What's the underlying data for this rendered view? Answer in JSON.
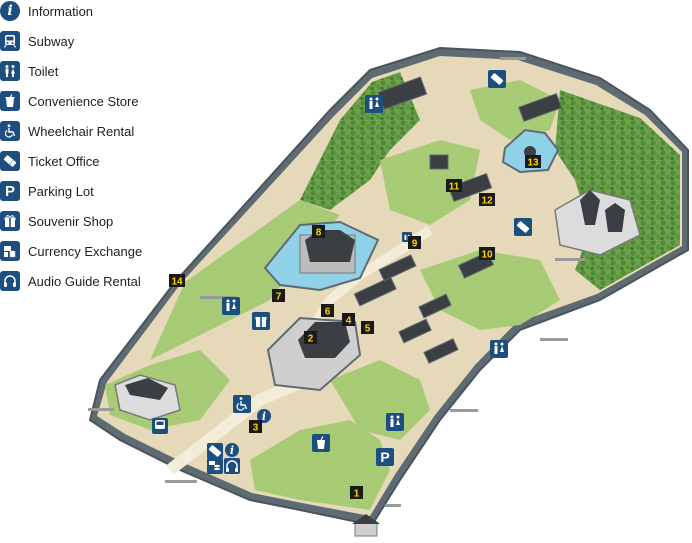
{
  "legend": {
    "items": [
      {
        "key": "information",
        "label": "Information",
        "icon": "info-icon"
      },
      {
        "key": "subway",
        "label": "Subway",
        "icon": "subway-icon"
      },
      {
        "key": "toilet",
        "label": "Toilet",
        "icon": "toilet-icon"
      },
      {
        "key": "convenience_store",
        "label": "Convenience Store",
        "icon": "cup-icon"
      },
      {
        "key": "wheelchair_rental",
        "label": "Wheelchair Rental",
        "icon": "wheelchair-icon"
      },
      {
        "key": "ticket_office",
        "label": "Ticket Office",
        "icon": "ticket-icon"
      },
      {
        "key": "parking_lot",
        "label": "Parking Lot",
        "icon": "parking-icon"
      },
      {
        "key": "souvenir_shop",
        "label": "Souvenir Shop",
        "icon": "gift-icon"
      },
      {
        "key": "currency_exchange",
        "label": "Currency Exchange",
        "icon": "coins-icon"
      },
      {
        "key": "audio_guide_rental",
        "label": "Audio Guide Rental",
        "icon": "headphones-icon"
      }
    ]
  },
  "map": {
    "markers": [
      "1",
      "2",
      "3",
      "4",
      "5",
      "6",
      "7",
      "8",
      "9",
      "10",
      "11",
      "12",
      "13",
      "14"
    ],
    "colors": {
      "wall": "#5f6b73",
      "grass": "#9cc46b",
      "tree": "#4f8a3a",
      "path": "#e8dcc0",
      "water": "#8fd1e6",
      "roof": "#3b3f44",
      "icon_blue": "#1c4f7f",
      "marker_bg": "#1a1a1a",
      "marker_text": "#ffd400"
    }
  }
}
